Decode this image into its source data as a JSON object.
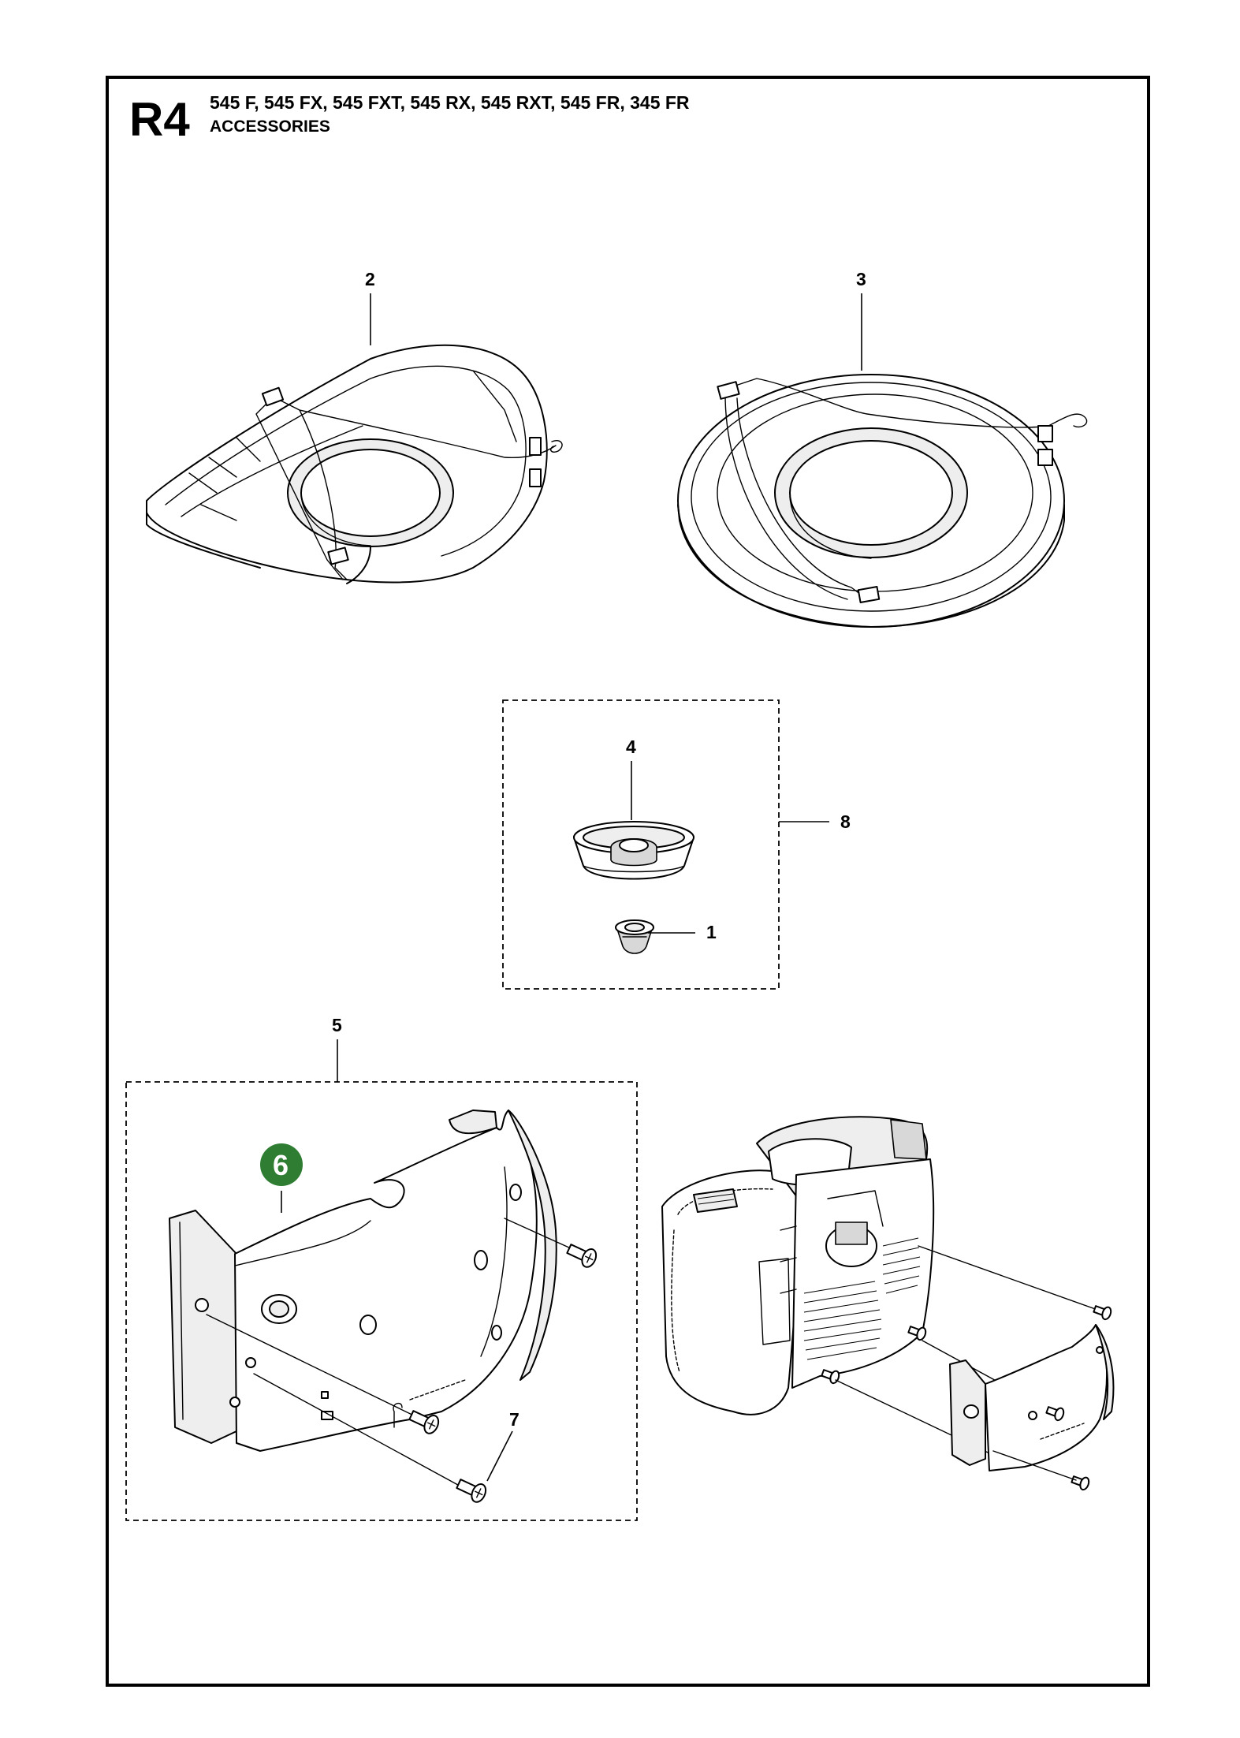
{
  "header": {
    "page_code": "R4",
    "models": "545 F, 545 FX, 545 FXT, 545 RX, 545 RXT, 545 FR, 345 FR",
    "section_title": "ACCESSORIES"
  },
  "callouts": {
    "c1": "1",
    "c2": "2",
    "c3": "3",
    "c4": "4",
    "c5": "5",
    "c6": "6",
    "c7": "7",
    "c8": "8"
  },
  "colors": {
    "highlight": "#2e7d32",
    "line": "#000000",
    "background": "#ffffff"
  }
}
